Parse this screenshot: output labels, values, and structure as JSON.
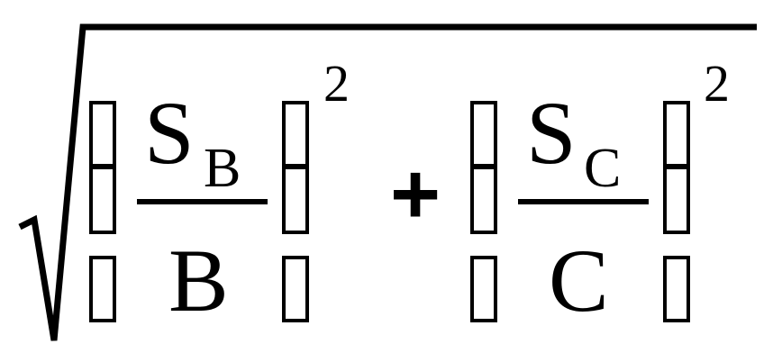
{
  "formula": {
    "term_b": {
      "numerator": "S",
      "numerator_subscript": "B",
      "denominator": "B",
      "exponent": "2"
    },
    "operator": "+",
    "term_c": {
      "numerator": "S",
      "numerator_subscript": "C",
      "denominator": "C",
      "exponent": "2"
    }
  }
}
